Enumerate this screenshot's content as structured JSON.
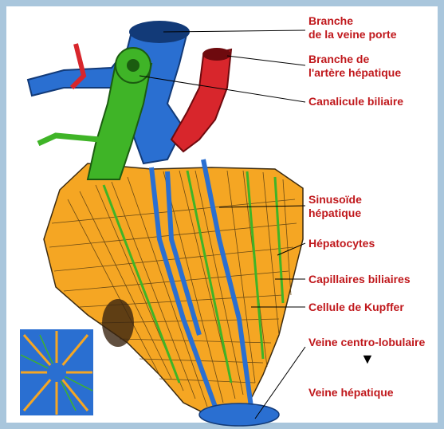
{
  "labels": {
    "veine_porte_l1": "Branche",
    "veine_porte_l2": "de la veine porte",
    "artere_l1": "Branche de",
    "artere_l2": "l'artère hépatique",
    "canalicule": "Canalicule biliaire",
    "sinusoide_l1": "Sinusoïde",
    "sinusoide_l2": "hépatique",
    "hepatocytes": "Hépatocytes",
    "capillaires": "Capillaires biliaires",
    "kupffer": "Cellule de Kupffer",
    "veine_centro": "Veine centro-lobulaire",
    "veine_hepatique": "Veine hépatique"
  },
  "colors": {
    "frame": "#a9c6dc",
    "label_text": "#c0181c",
    "hepatocyte": "#f5a623",
    "vein": "#2a6fd1",
    "artery": "#d8262c",
    "bile": "#3fb427"
  }
}
